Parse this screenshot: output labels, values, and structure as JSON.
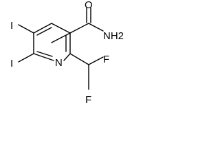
{
  "molecule": {
    "atoms": {
      "iodine_top": "I",
      "iodine_bottom": "I",
      "ring_nitrogen": "N",
      "carbonyl_oxygen": "O",
      "amide_nitrogen": "NH2",
      "fluorine_top": "F",
      "fluorine_bottom": "F"
    }
  },
  "colors": {
    "bond": "#000000",
    "text": "#000000",
    "background": "#ffffff"
  }
}
